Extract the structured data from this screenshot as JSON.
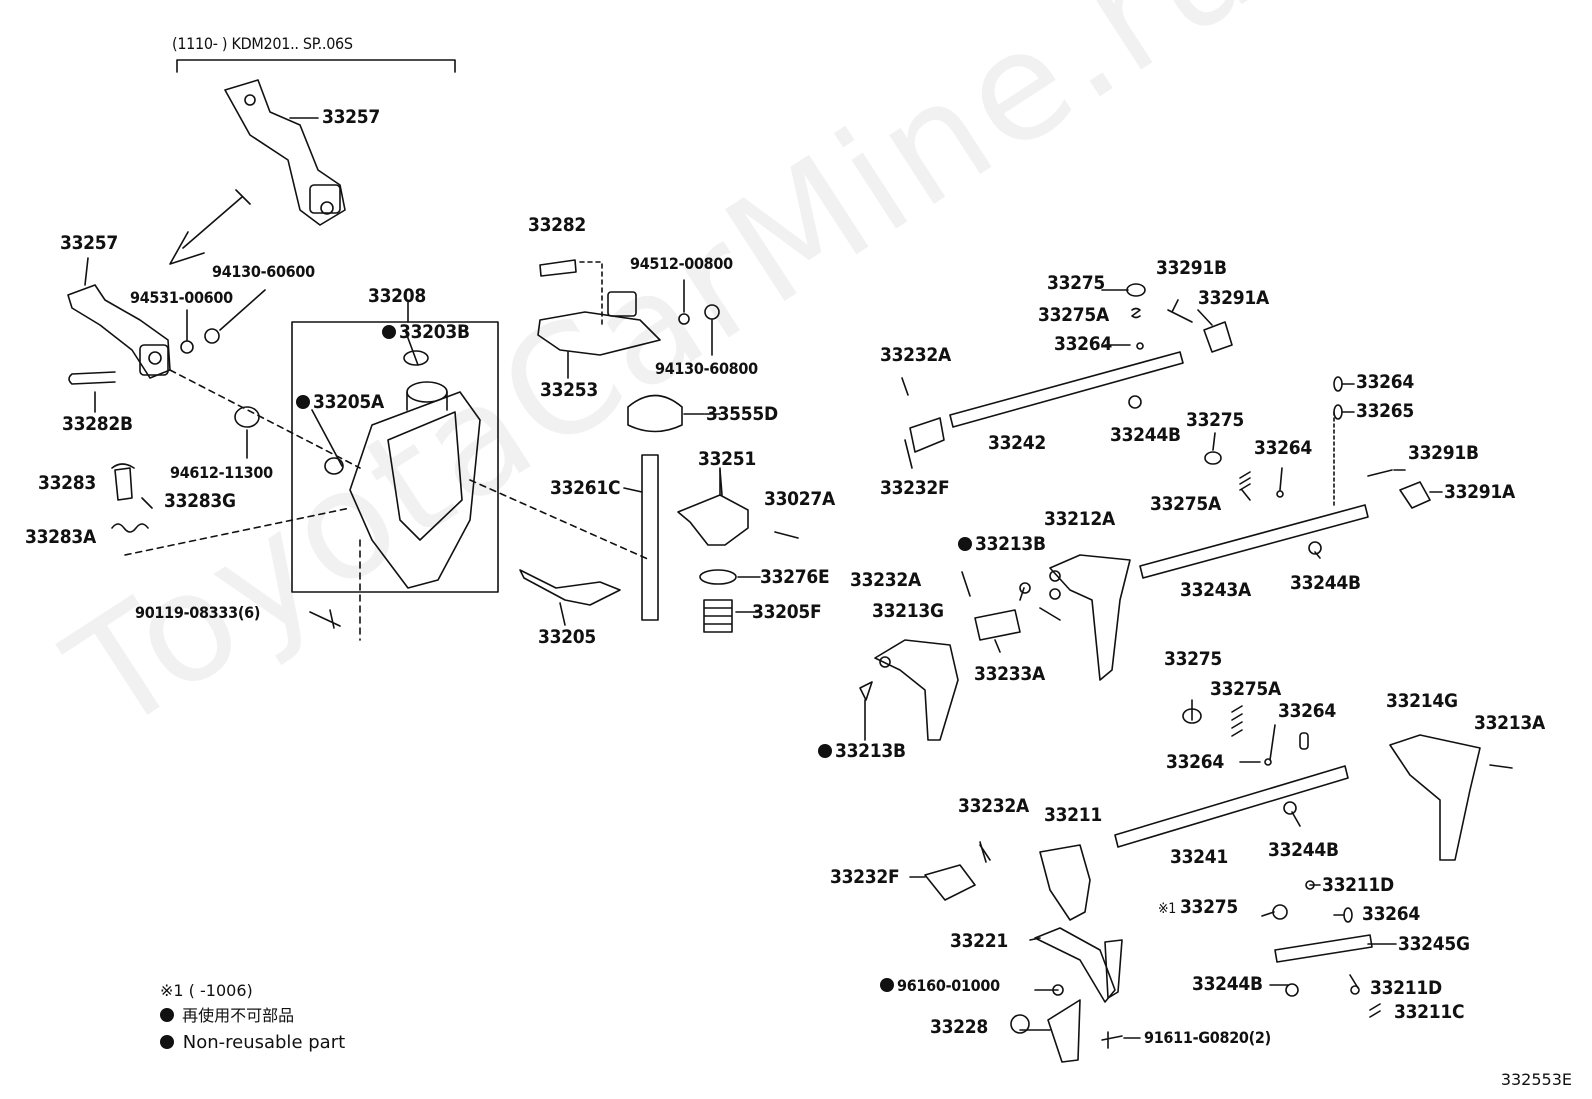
{
  "header_note": "(1110-    ) KDM201.. SP..06S",
  "watermark": "ToyotaCarMine.ru",
  "marker_x1": "※1",
  "labels": {
    "l33257a": "33257",
    "l33257b": "33257",
    "l94130_60600": "94130-60600",
    "l94531": "94531-00600",
    "l33282B": "33282B",
    "l94612": "94612-11300",
    "l33283": "33283",
    "l33283G": "33283G",
    "l33283A": "33283A",
    "l90119": "90119-08333(6)",
    "l33208": "33208",
    "l33203B": "33203B",
    "l33205A": "33205A",
    "l33282": "33282",
    "l94512": "94512-00800",
    "l94130_60800": "94130-60800",
    "l33253": "33253",
    "l33555D": "33555D",
    "l33251": "33251",
    "l33261C": "33261C",
    "l33027A": "33027A",
    "l33276E": "33276E",
    "l33205F": "33205F",
    "l33205": "33205",
    "l33275a": "33275",
    "l33291Ba": "33291B",
    "l33291Aa": "33291A",
    "l33275Aa": "33275A",
    "l33264a": "33264",
    "l33232Aa": "33232A",
    "l33244Ba": "33244B",
    "l33242": "33242",
    "l33232Fa": "33232F",
    "l33264b": "33264",
    "l33265": "33265",
    "l33275b": "33275",
    "l33264c": "33264",
    "l33291Bb": "33291B",
    "l33291Ab": "33291A",
    "l33275Ab": "33275A",
    "l33212A": "33212A",
    "l33213Ba": "33213B",
    "l33232Ab": "33232A",
    "l33243A": "33243A",
    "l33244Bb": "33244B",
    "l33213G": "33213G",
    "l33233A": "33233A",
    "l33213Bb": "33213B",
    "l33275c": "33275",
    "l33275Ac": "33275A",
    "l33264d": "33264",
    "l33214G": "33214G",
    "l33213A": "33213A",
    "l33264e": "33264",
    "l33232Ac": "33232A",
    "l33211": "33211",
    "l33244Bc": "33244B",
    "l33241": "33241",
    "l33232Fb": "33232F",
    "l33211Da": "33211D",
    "l33275d": "33275",
    "l33264f": "33264",
    "l33221": "33221",
    "l33245G": "33245G",
    "l33244Bd": "33244B",
    "l33211Db": "33211D",
    "l96160": "96160-01000",
    "l33211C": "33211C",
    "l33228": "33228",
    "l91611": "91611-G0820(2)"
  },
  "legend": {
    "note1": "※1 (      -1006)",
    "jp": "再使用不可部品",
    "en": "Non-reusable part"
  },
  "reference": "332553E"
}
